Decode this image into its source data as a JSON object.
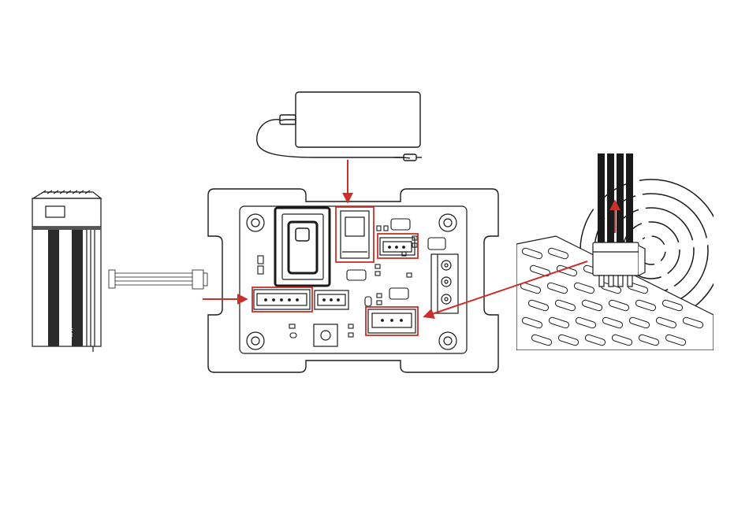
{
  "diagram": {
    "laser_module": {
      "label_text": "80 W"
    },
    "highlight_color": "#c9302c",
    "line_color": "#1a1a1a",
    "callouts": [
      {
        "id": "power-adapter-to-dc-jack",
        "from": "power-adapter",
        "to": "dc-power-jack"
      },
      {
        "id": "laser-module-to-laser-port",
        "from": "laser-module",
        "to": "laser-connector-port"
      },
      {
        "id": "fan-cable-to-fan-port",
        "from": "fan-connector",
        "to": "fan-connector-port"
      }
    ],
    "highlighted_ports": [
      "dc-power-jack",
      "fan-connector-port",
      "laser-connector-port",
      "fan-output-port"
    ],
    "icons": [
      "power-adapter-icon",
      "laser-module-icon",
      "control-board-icon",
      "fan-detail-icon"
    ]
  }
}
